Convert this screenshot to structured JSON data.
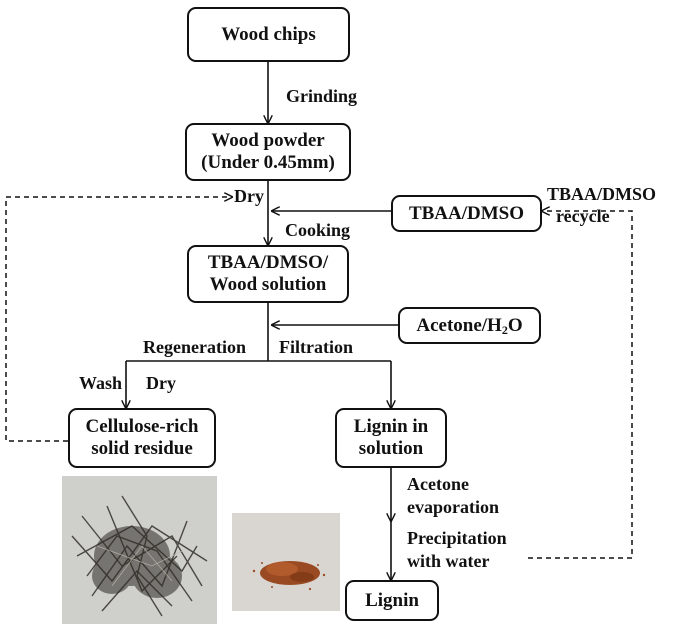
{
  "nodes": {
    "wood_chips": "Wood chips",
    "wood_powder_line1": "Wood powder",
    "wood_powder_line2": "(Under 0.45mm)",
    "tbaa_dmso": "TBAA/DMSO",
    "solution_line1": "TBAA/DMSO/",
    "solution_line2": "Wood solution",
    "acetone_h2o_main": "Acetone/H",
    "acetone_h2o_sub": "2",
    "acetone_h2o_tail": "O",
    "cellulose_line1": "Cellulose-rich",
    "cellulose_line2": "solid residue",
    "lignin_solution_line1": "Lignin in",
    "lignin_solution_line2": "solution",
    "lignin": "Lignin"
  },
  "labels": {
    "grinding": "Grinding",
    "dry_top": "Dry",
    "cooking": "Cooking",
    "recycle_line1": "TBAA/DMSO",
    "recycle_line2": "recycle",
    "regeneration": "Regeneration",
    "filtration": "Filtration",
    "wash": "Wash",
    "dry_bottom": "Dry",
    "acetone_evap_line1": "Acetone",
    "acetone_evap_line2": "evaporation",
    "precip_line1": "Precipitation",
    "precip_line2": "with water"
  },
  "colors": {
    "line": "#111111",
    "photo_bg_cellulose": "#cfcfcb",
    "photo_bg_lignin": "#d9d6d2",
    "cellulose_fibers": "#3d3a34",
    "lignin_powder": "#9a4a22"
  }
}
